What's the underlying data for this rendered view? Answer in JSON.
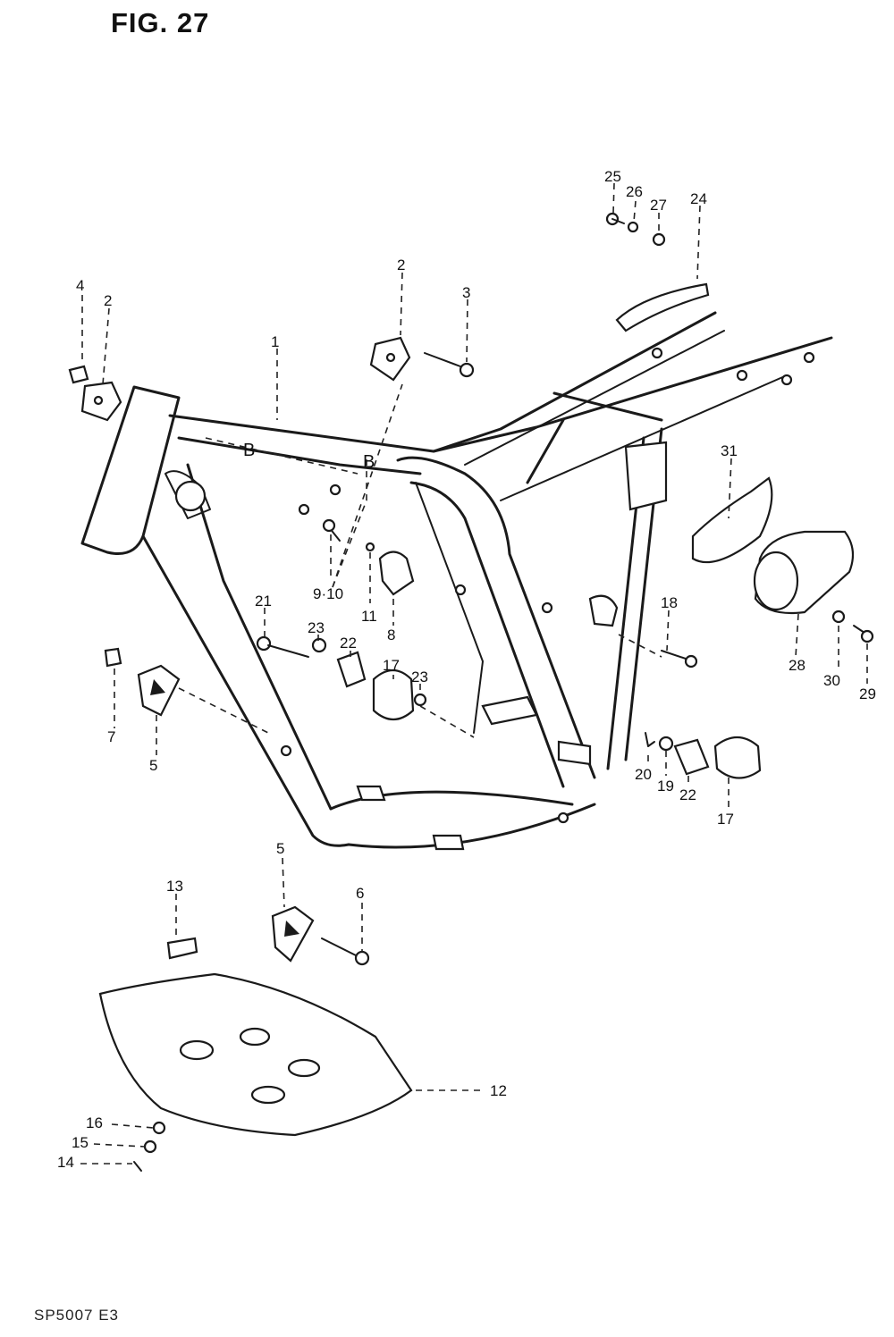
{
  "figure": {
    "title": "FIG. 27",
    "footer_code": "SP5007 E3"
  },
  "frame_marks": [
    "B",
    "B"
  ],
  "callouts": [
    {
      "id": "c1",
      "text": "1"
    },
    {
      "id": "c2a",
      "text": "2"
    },
    {
      "id": "c2b",
      "text": "2"
    },
    {
      "id": "c3",
      "text": "3"
    },
    {
      "id": "c4",
      "text": "4"
    },
    {
      "id": "c5a",
      "text": "5"
    },
    {
      "id": "c5b",
      "text": "5"
    },
    {
      "id": "c6",
      "text": "6"
    },
    {
      "id": "c7",
      "text": "7"
    },
    {
      "id": "c8",
      "text": "8"
    },
    {
      "id": "c9",
      "text": "9·10"
    },
    {
      "id": "c11",
      "text": "11"
    },
    {
      "id": "c12",
      "text": "12"
    },
    {
      "id": "c13",
      "text": "13"
    },
    {
      "id": "c14",
      "text": "14"
    },
    {
      "id": "c15",
      "text": "15"
    },
    {
      "id": "c16",
      "text": "16"
    },
    {
      "id": "c17a",
      "text": "17"
    },
    {
      "id": "c17b",
      "text": "17"
    },
    {
      "id": "c18",
      "text": "18"
    },
    {
      "id": "c19",
      "text": "19"
    },
    {
      "id": "c20",
      "text": "20"
    },
    {
      "id": "c21",
      "text": "21"
    },
    {
      "id": "c22a",
      "text": "22"
    },
    {
      "id": "c22b",
      "text": "22"
    },
    {
      "id": "c23a",
      "text": "23"
    },
    {
      "id": "c23b",
      "text": "23"
    },
    {
      "id": "c24",
      "text": "24"
    },
    {
      "id": "c25",
      "text": "25"
    },
    {
      "id": "c26",
      "text": "26"
    },
    {
      "id": "c27",
      "text": "27"
    },
    {
      "id": "c28",
      "text": "28"
    },
    {
      "id": "c29",
      "text": "29"
    },
    {
      "id": "c30",
      "text": "30"
    },
    {
      "id": "c31",
      "text": "31"
    }
  ]
}
